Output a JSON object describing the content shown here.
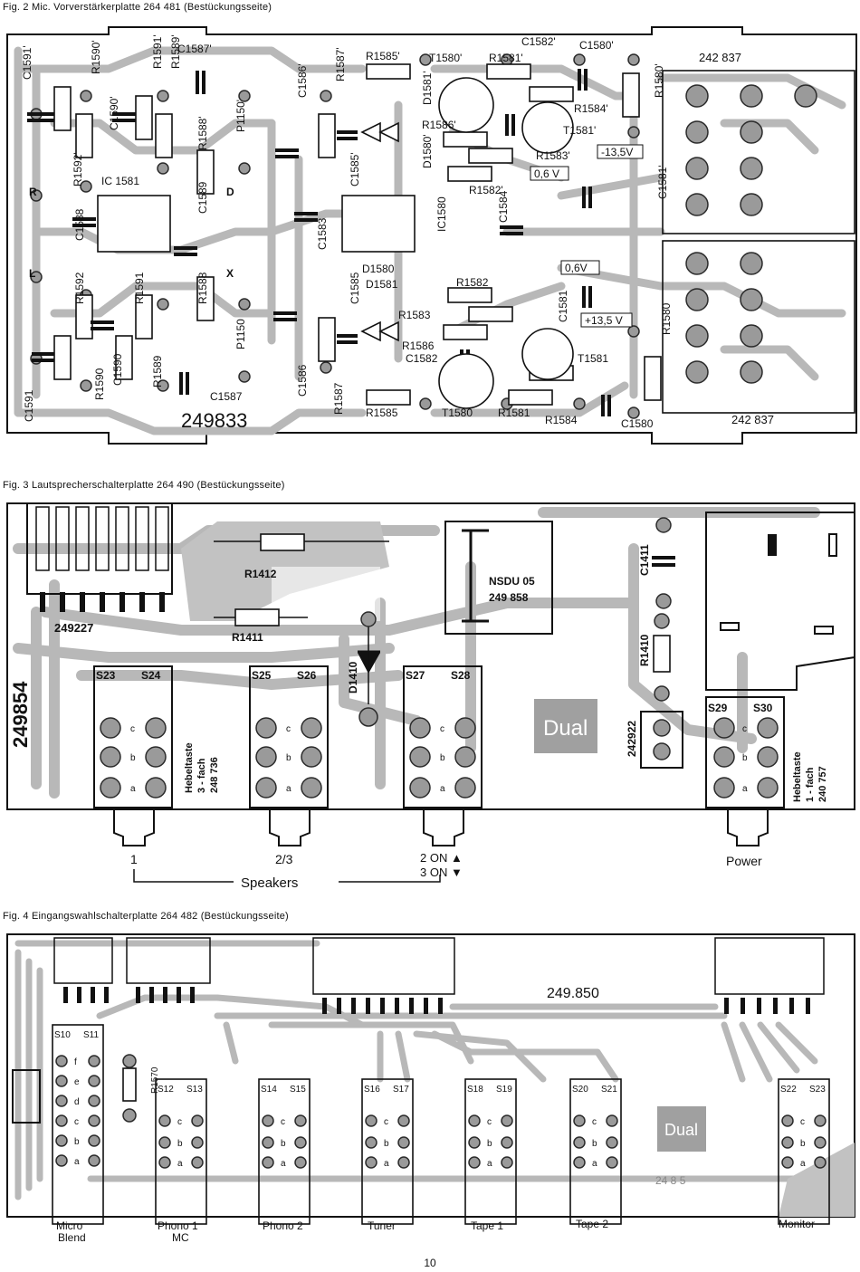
{
  "figures": [
    {
      "caption": "Fig. 2  Mic. Vorverstärkerplatte 264 481 (Bestückungsseite)",
      "board_id": "249833",
      "board_id_2": "242 837",
      "labels": [
        "C1591'",
        "R1590'",
        "C1590'",
        "R1592'",
        "R1591'",
        "R1589'",
        "C1587'",
        "R1587'",
        "R1585'",
        "T1580'",
        "R1581'",
        "C1582'",
        "C1580'",
        "R1580'",
        "R1584'",
        "T1581'",
        "R1583'",
        "R1582'",
        "C1581'",
        "D1581'",
        "D1580'",
        "R1586'",
        "P1150'",
        "C1586'",
        "C1585'",
        "C1583",
        "C1584",
        "C1589",
        "R1588'",
        "R1588",
        "IC 1581",
        "IC1580",
        "D1580",
        "D1581",
        "R1582",
        "R1583",
        "R1586",
        "C1582",
        "C1581",
        "T1581",
        "T1580",
        "R1581",
        "R1584",
        "C1580",
        "R1580",
        "R1585",
        "R1587",
        "C1586",
        "C1585",
        "C1587",
        "P1150",
        "R1589",
        "C1590",
        "R1590",
        "R1591",
        "R1592",
        "C1588",
        "C1591"
      ],
      "voltages": [
        "-13,5V",
        "0,6 V",
        "0,6V",
        "+13,5 V"
      ],
      "letters": [
        "R",
        "L",
        "D",
        "X"
      ]
    },
    {
      "caption": "Fig. 3  Lautsprecherschalterplatte 264 490 (Bestückungsseite)",
      "board_id": "249854",
      "connector_id": "249227",
      "components": [
        "R1412",
        "R1411",
        "D1410",
        "C1411",
        "R1410",
        "NSDU 05",
        "249 858",
        "242922"
      ],
      "switches": [
        "S23",
        "S24",
        "S25",
        "S26",
        "S27",
        "S28",
        "S29",
        "S30"
      ],
      "contacts": [
        "c",
        "b",
        "a"
      ],
      "hebel_3": [
        "Hebeltaste",
        "3 - fach",
        "248 736"
      ],
      "hebel_1": [
        "Hebeltaste",
        "1 - fach",
        "240 757"
      ],
      "bottom_labels": [
        "1",
        "2/3",
        "2 ON ▲",
        "3 ON ▼",
        "Power"
      ],
      "group_label": "Speakers",
      "logo": "Dual"
    },
    {
      "caption": "Fig. 4  Eingangswahlschalterplatte 264 482 (Bestückungsseite)",
      "board_id": "249.850",
      "resistor": "R1570",
      "switch_pairs": [
        "S10",
        "S11",
        "S12",
        "S13",
        "S14",
        "S15",
        "S16",
        "S17",
        "S18",
        "S19",
        "S20",
        "S21",
        "S22",
        "S23"
      ],
      "contacts_long": [
        "f",
        "e",
        "d",
        "c",
        "b",
        "a"
      ],
      "contacts": [
        "c",
        "b",
        "a"
      ],
      "bottom_labels": [
        "Micro",
        "Blend",
        "Phono 1",
        "MC",
        "Phono 2",
        "Tuner",
        "Tape 1",
        "Tape 2",
        "Monitor"
      ],
      "logo": "Dual",
      "code": "24 8 5"
    }
  ],
  "page_number": "10"
}
